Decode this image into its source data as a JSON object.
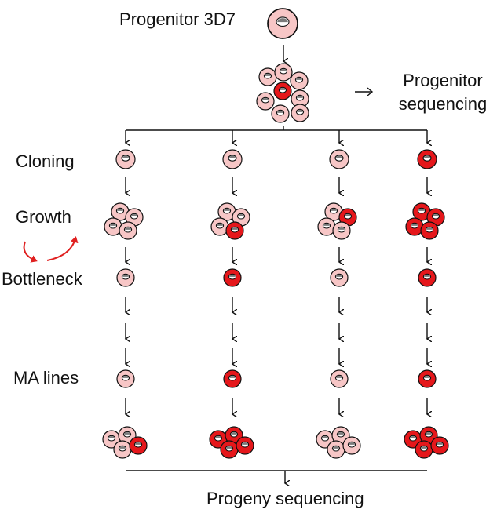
{
  "labels": {
    "progenitor_3d7": "Progenitor 3D7",
    "progenitor_seq_line1": "Progenitor",
    "progenitor_seq_line2": "sequencing",
    "cloning": "Cloning",
    "growth": "Growth",
    "bottleneck": "Bottleneck",
    "ma_lines": "MA lines",
    "progeny_sequencing": "Progeny sequencing"
  },
  "colors": {
    "normal_cell": "#f7c6c6",
    "mutant_cell": "#e5171b",
    "outline": "#111111",
    "cycle_arrows": "#e02020"
  },
  "icons": {
    "cell": "pink-round-cell-with-nucleus",
    "mutant_cell": "red-round-cell-with-nucleus",
    "cycle": "red-circular-arrows"
  },
  "progenitor_cluster": [
    "normal",
    "normal",
    "normal",
    "mutant",
    "normal",
    "normal",
    "normal",
    "normal"
  ],
  "lineages": [
    {
      "cloning": "normal",
      "growth": [
        "normal",
        "normal",
        "normal",
        "normal"
      ],
      "bottleneck": "normal",
      "ma_line": "normal",
      "final": [
        "normal",
        "normal",
        "normal",
        "mutant"
      ]
    },
    {
      "cloning": "normal",
      "growth": [
        "normal",
        "normal",
        "normal",
        "mutant"
      ],
      "bottleneck": "mutant",
      "ma_line": "mutant",
      "final": [
        "mutant",
        "mutant",
        "mutant",
        "mutant"
      ]
    },
    {
      "cloning": "normal",
      "growth": [
        "normal",
        "mutant",
        "normal",
        "normal"
      ],
      "bottleneck": "normal",
      "ma_line": "normal",
      "final": [
        "normal",
        "normal",
        "normal",
        "normal"
      ]
    },
    {
      "cloning": "mutant",
      "growth": [
        "mutant",
        "mutant",
        "mutant",
        "mutant"
      ],
      "bottleneck": "mutant",
      "ma_line": "mutant",
      "final": [
        "mutant",
        "mutant",
        "mutant",
        "mutant"
      ]
    }
  ]
}
